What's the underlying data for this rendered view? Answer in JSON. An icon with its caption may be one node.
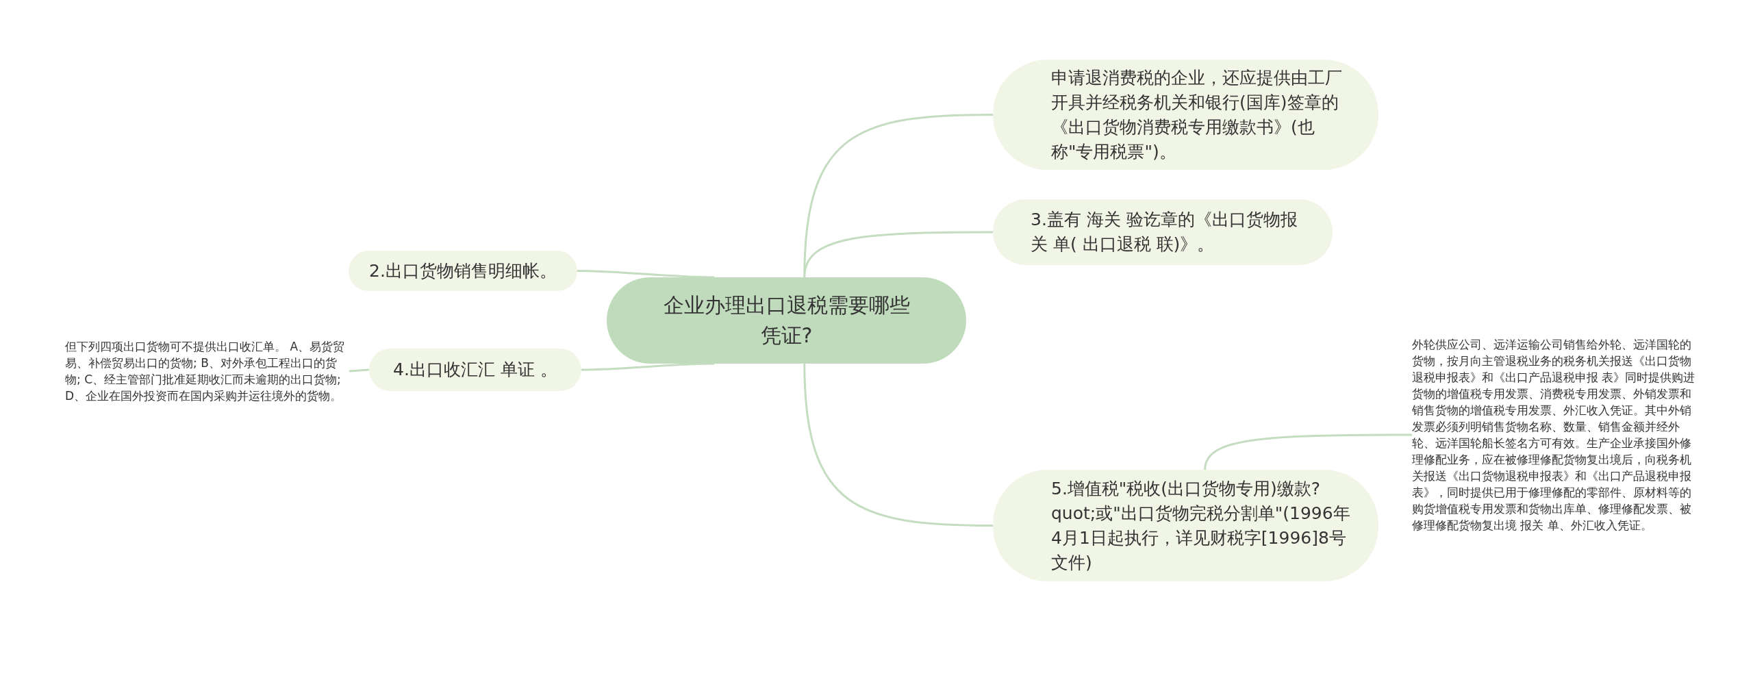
{
  "diagram": {
    "nodes": [
      {
        "text": [
          "企业办理出口退税需要哪些凭证?"
        ]
      },
      {
        "text": [
          "申请退消费税的企业，还应提供由工厂开具并经税务机关和银行(国库)签章的《出口货物消费税专用缴款书》(也称\"专用税票\")。"
        ]
      },
      {
        "text": [
          "3.盖有 海关 验讫章的《出口货物报关 单( 出口退税 联)》。"
        ]
      },
      {
        "text": [
          "2.出口货物销售明细帐。"
        ]
      },
      {
        "text": [
          "4.出口收汇汇 单证 。"
        ]
      },
      {
        "text": [
          "但下列四项出口货物可不提供出口收汇单。 A、易货贸易、补偿贸易出口的货物; B、对外承包工程出口的货物; C、经主管部门批准延期收汇而未逾期的出口货物; D、企业在国外投资而在国内采购并运往境外的货物。"
        ]
      },
      {
        "text": [
          "5.增值税\"税收(出口货物专用)缴款?quot;或\"出口货物完税分割单\"(1996年4月1日起执行，详见财税字[1996]8号文件)"
        ]
      },
      {
        "text": [
          "外轮供应公司、远洋运输公司销售给外轮、远洋国轮的货物，按月向主管退税业务的税务机关报送《出口货物退税申报表》和《出口产品退税申报 表》同时提供购进货物的增值税专用发票、消费税专用发票、外销发票和销售货物的增值税专用发票、外汇收入凭证。其中外销发票必须列明销售货物名称、数量、销售金额并经外轮、远洋国轮船长签名方可有效。生产企业承接国外修理修配业务，应在被修理修配货物复出境后，向税务机关报送《出口货物退税申报表》和《出口产品退税申报表》，同时提供已用于修理修配的零部件、原材料等的购货增值税专用发票和货物出库单、修理修配发票、被修理修配货物复出境 报关 单、外汇收入凭证。"
        ]
      }
    ],
    "edges": [
      {
        "from": 0,
        "to": 1,
        "arrow": "none"
      },
      {
        "from": 0,
        "to": 2,
        "arrow": "none"
      },
      {
        "from": 0,
        "to": 3,
        "arrow": "none"
      },
      {
        "from": 0,
        "to": 4,
        "arrow": "none"
      },
      {
        "from": 4,
        "to": 5,
        "arrow": "none"
      },
      {
        "from": 0,
        "to": 6,
        "arrow": "none"
      },
      {
        "from": 6,
        "to": 7,
        "arrow": "none"
      }
    ]
  }
}
